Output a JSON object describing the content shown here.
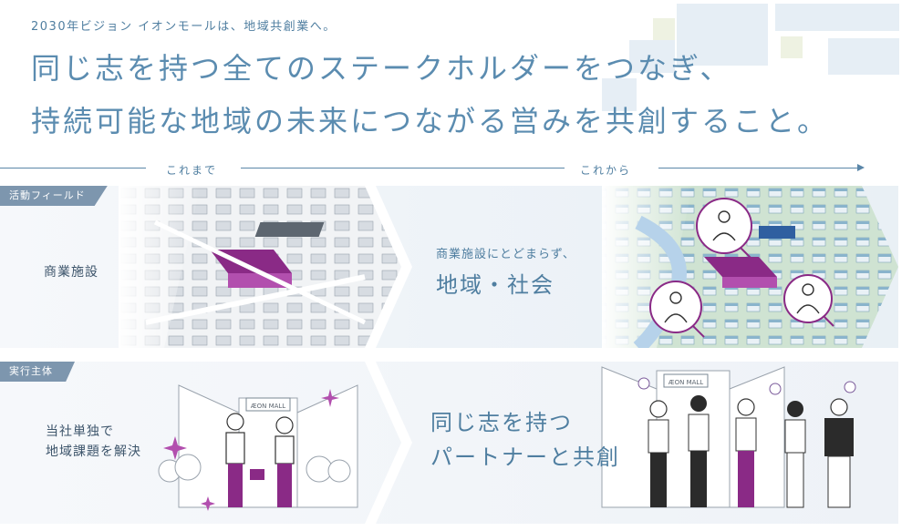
{
  "header": {
    "subtitle": "2030年ビジョン イオンモールは、地域共創業へ。",
    "headline_line1": "同じ志を持つ全てのステークホルダーをつなぎ、",
    "headline_line2": "持続可能な地域の未来につながる営みを共創すること。"
  },
  "timeline": {
    "past_label": "これまで",
    "future_label": "これから"
  },
  "rows": [
    {
      "tag": "活動フィールド",
      "past_text": "商業施設",
      "future_small": "商業施設にとどまらず、",
      "future_big": "地域・社会"
    },
    {
      "tag": "実行主体",
      "past_line1": "当社単独で",
      "past_line2": "地域課題を解決",
      "future_line1": "同じ志を持つ",
      "future_line2": "パートナーと共創",
      "sign_text": "ÆON MALL"
    }
  ],
  "colors": {
    "accent_blue": "#5b8cb0",
    "accent_purple": "#8a2a86",
    "tag_bg": "#7d96ae",
    "band_bg": "#eef2f7"
  },
  "icons": [
    "lightbulb-icon",
    "ribbon-icon"
  ]
}
